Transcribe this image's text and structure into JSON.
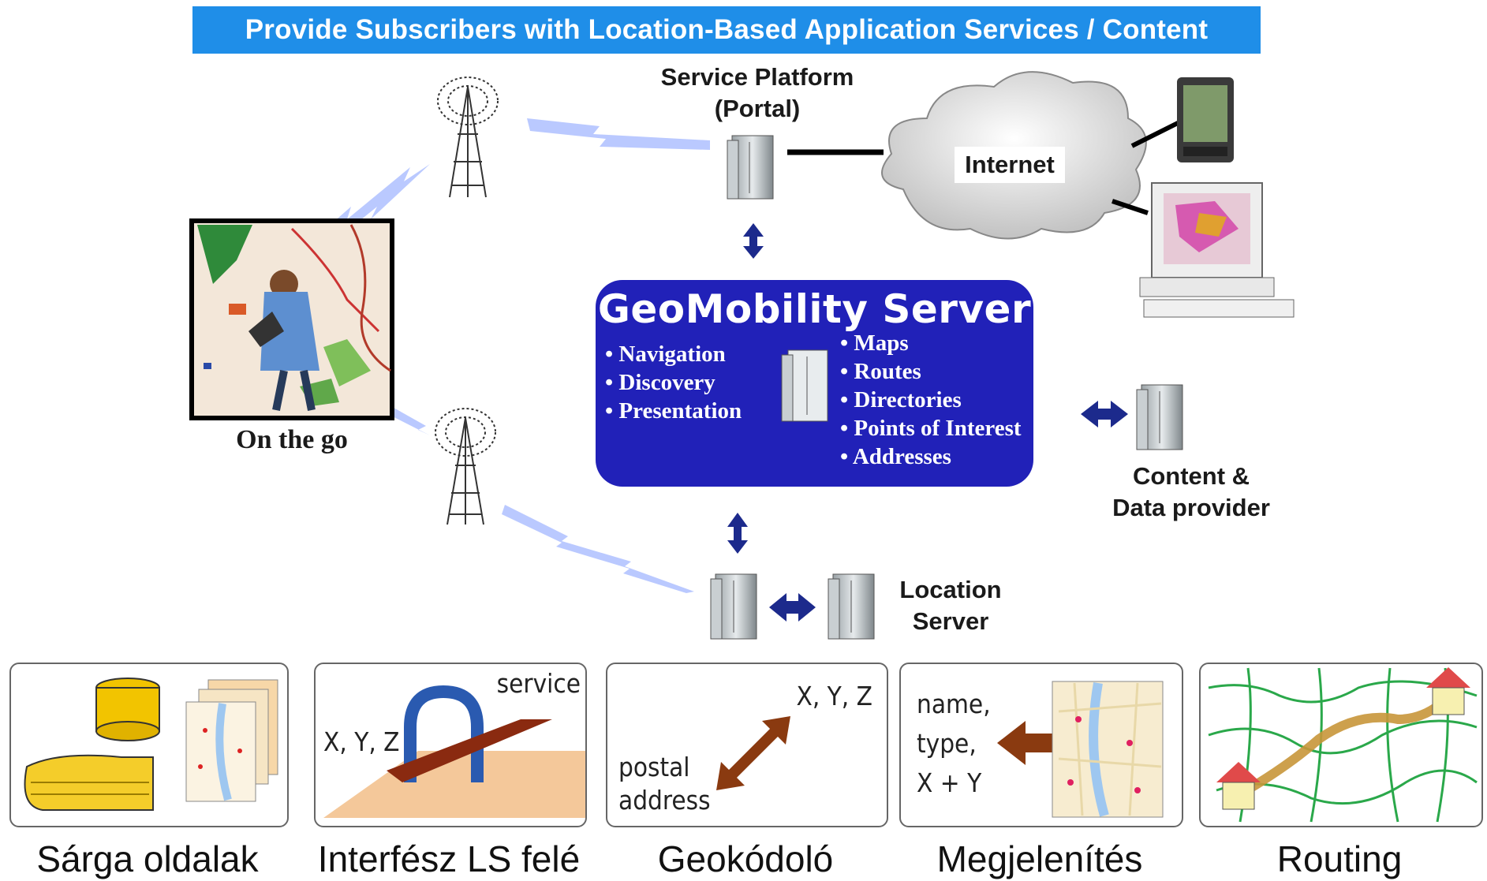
{
  "banner": "Provide Subscribers with Location-Based Application Services / Content",
  "service_platform": [
    "Service Platform",
    "(Portal)"
  ],
  "internet": "Internet",
  "on_the_go": "On the go",
  "geomobility": {
    "title": "GeoMobility Server",
    "left_items": [
      "Navigation",
      "Discovery",
      "Presentation"
    ],
    "right_items": [
      "Maps",
      "Routes",
      "Directories",
      "Points of Interest",
      "Addresses"
    ]
  },
  "content_provider": [
    "Content &",
    "Data provider"
  ],
  "location_server": [
    "Location",
    "Server"
  ],
  "tiles": {
    "interface": {
      "service": "service",
      "xyz": "X, Y, Z"
    },
    "geocoder": {
      "xyz": "X, Y, Z",
      "postal": "postal",
      "address": "address"
    },
    "display": {
      "name": "name,",
      "type": "type,",
      "xy": "X + Y"
    }
  },
  "captions": [
    "Sárga oldalak",
    "Interfész LS felé",
    "Geokódoló",
    "Megjelenítés",
    "Routing"
  ],
  "colors": {
    "banner": "#1f8ee8",
    "server_box": "#2121b8",
    "arrow": "#1c2a8c",
    "lightning": "#aebfff"
  }
}
